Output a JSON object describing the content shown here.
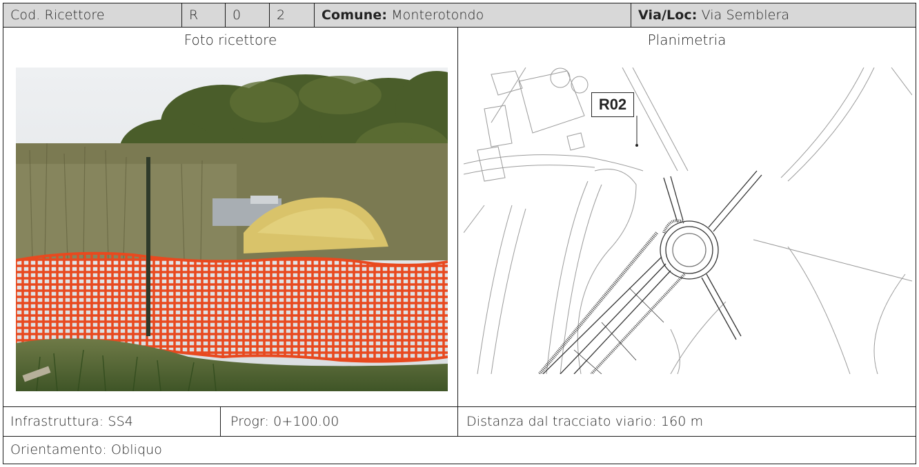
{
  "header": {
    "cod_label": "Cod. Ricettore",
    "code_chars": [
      "R",
      "0",
      "2"
    ],
    "comune_label": "Comune:",
    "comune_value": "Monterotondo",
    "via_label": "Via/Loc:",
    "via_value": "Via Semblera"
  },
  "photo_section": {
    "title": "Foto ricettore"
  },
  "map_section": {
    "title": "Planimetria",
    "marker_label": "R02"
  },
  "footer": {
    "infrastruttura": "Infrastruttura: SS4",
    "progr": "Progr: 0+100.00",
    "distanza": "Distanza dal tracciato viario: 160 m",
    "orientamento": "Orientamento: Obliquo"
  }
}
